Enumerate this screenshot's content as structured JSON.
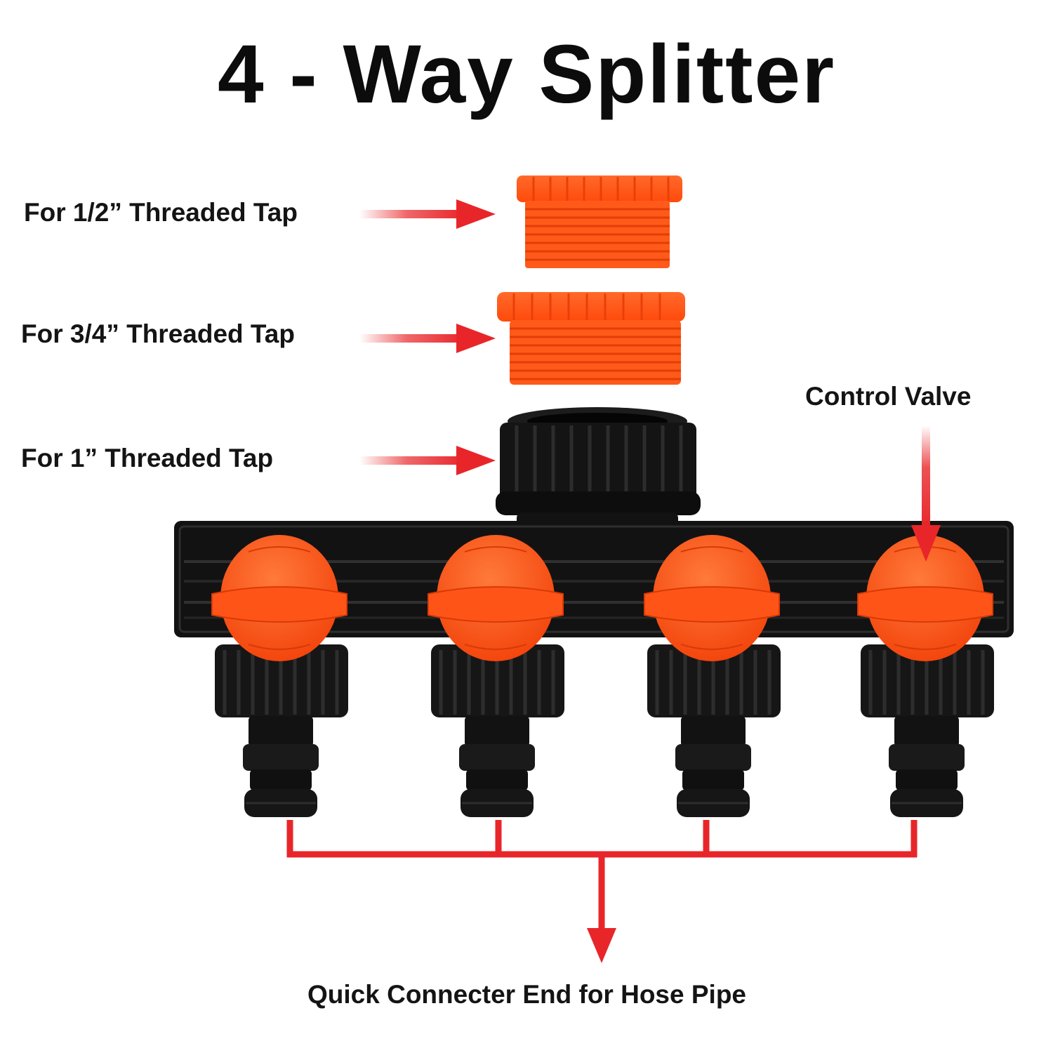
{
  "title": "4 - Way Splitter",
  "labels": {
    "half_inch": "For 1/2” Threaded Tap",
    "three_quarter_inch": "For 3/4” Threaded Tap",
    "one_inch": "For 1” Threaded Tap",
    "control_valve": "Control Valve",
    "quick_connector": "Quick Connecter End for Hose Pipe"
  },
  "colors": {
    "accent_red": "#e8262a",
    "valve_orange": "#ff4f10",
    "body_black": "#121212",
    "text": "#141414"
  },
  "outlet_count": 4
}
